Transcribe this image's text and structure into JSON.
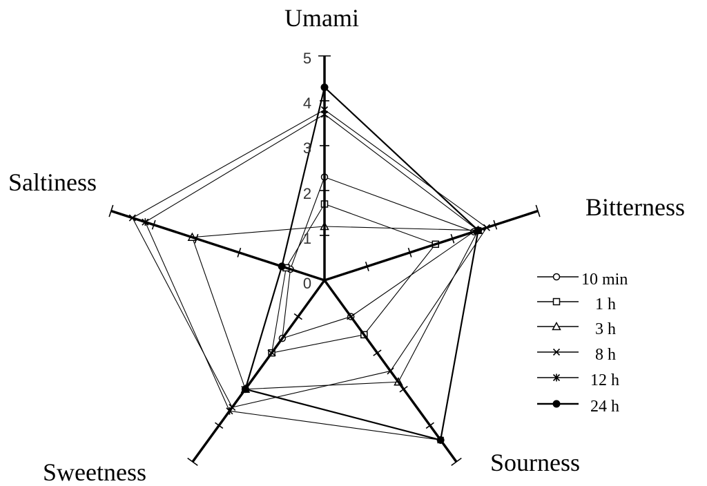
{
  "chart_data": {
    "type": "radar",
    "title": "",
    "axes": [
      "Umami",
      "Bitterness",
      "Sourness",
      "Sweetness",
      "Saltiness"
    ],
    "rlim": [
      0,
      5
    ],
    "ticks": [
      "0",
      "1",
      "2",
      "3",
      "4",
      "5"
    ],
    "legend_position": "right",
    "grid": false,
    "series": [
      {
        "name": "10 min",
        "marker": "circle-open",
        "values": [
          2.3,
          3.5,
          1.0,
          1.6,
          0.8
        ]
      },
      {
        "name": "1 h",
        "marker": "square-open",
        "values": [
          1.7,
          2.6,
          1.5,
          2.0,
          0.9
        ]
      },
      {
        "name": "3 h",
        "marker": "triangle-open",
        "values": [
          1.2,
          3.6,
          2.8,
          3.0,
          3.1
        ]
      },
      {
        "name": "8 h",
        "marker": "x",
        "values": [
          3.8,
          3.8,
          2.5,
          3.5,
          4.5
        ]
      },
      {
        "name": "12 h",
        "marker": "star",
        "values": [
          3.7,
          3.6,
          4.4,
          3.6,
          4.2
        ]
      },
      {
        "name": "24 h",
        "marker": "circle-filled",
        "values": [
          4.3,
          3.6,
          4.4,
          3.0,
          1.0
        ]
      }
    ]
  }
}
